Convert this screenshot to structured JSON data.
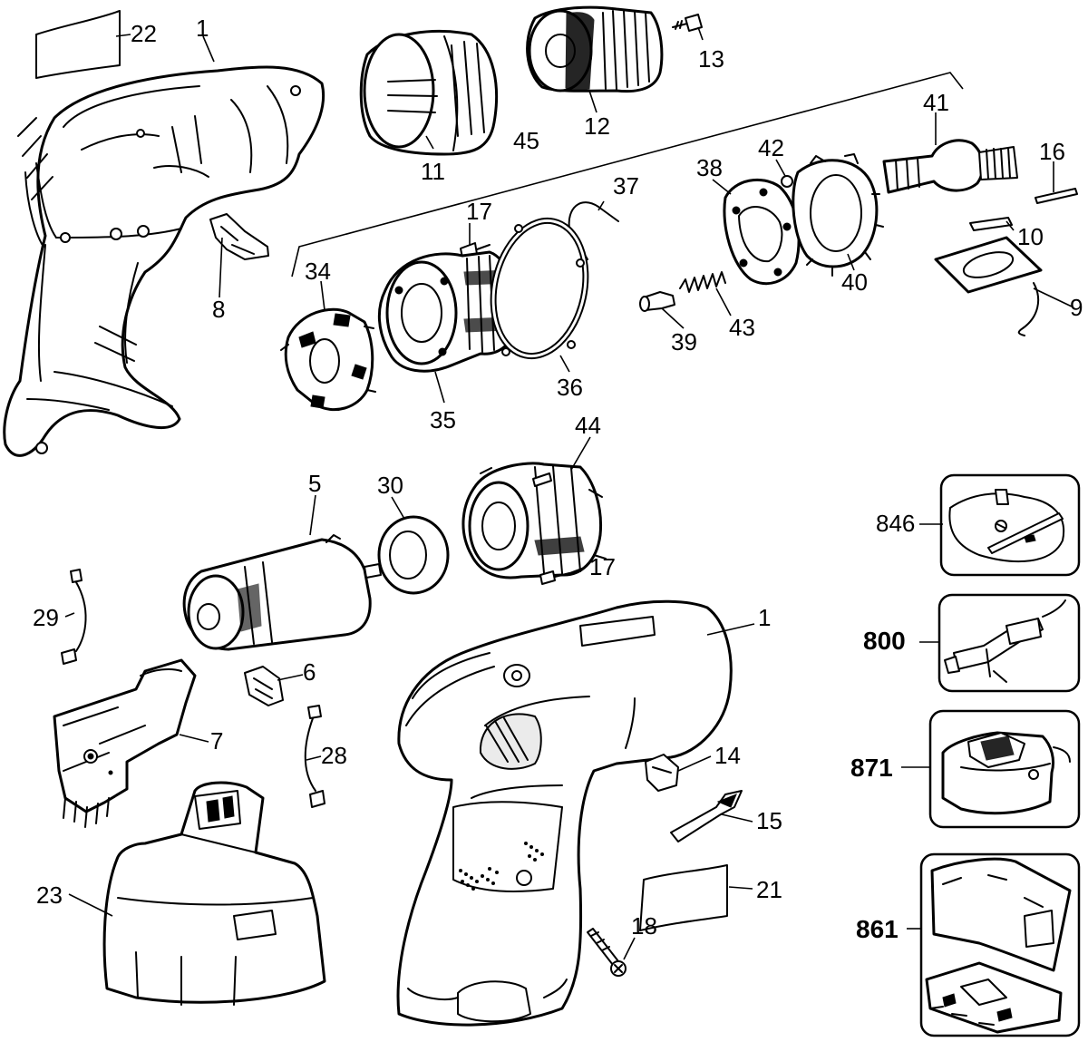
{
  "diagram": {
    "labels": {
      "l22": "22",
      "l1a": "1",
      "l11": "11",
      "l12": "12",
      "l13": "13",
      "l41": "41",
      "l16": "16",
      "l45": "45",
      "l42": "42",
      "l38": "38",
      "l37": "37",
      "l17a": "17",
      "l10": "10",
      "l9": "9",
      "l8": "8",
      "l34": "34",
      "l40": "40",
      "l43": "43",
      "l39": "39",
      "l36": "36",
      "l35": "35",
      "l44": "44",
      "l5": "5",
      "l30": "30",
      "l17b": "17",
      "l846": "846",
      "l29": "29",
      "l1b": "1",
      "l800": "800",
      "l6": "6",
      "l7": "7",
      "l28": "28",
      "l14": "14",
      "l871": "871",
      "l15": "15",
      "l23": "23",
      "l21": "21",
      "l861": "861",
      "l18": "18"
    }
  }
}
